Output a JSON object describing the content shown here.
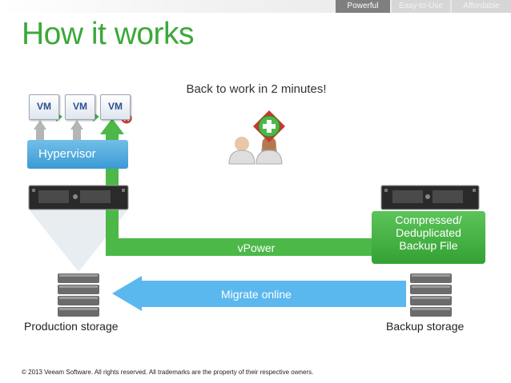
{
  "nav": {
    "tabs": [
      {
        "label": "Powerful",
        "active": true
      },
      {
        "label": "Easy-to-Use",
        "active": false
      },
      {
        "label": "Affordable",
        "active": false
      }
    ]
  },
  "title": "How it works",
  "tagline": "Back to work in 2 minutes!",
  "vms": [
    "VM",
    "VM",
    "VM"
  ],
  "hypervisor": "Hypervisor",
  "production_storage": "Production storage",
  "backup_storage": "Backup storage",
  "vpower": "vPower",
  "migrate": "Migrate online",
  "backup_file": [
    "Compressed/",
    "Deduplicated",
    "Backup File"
  ],
  "footer": "© 2013 Veeam Software. All rights reserved. All trademarks are the property of their respective owners.",
  "colors": {
    "title_green": "#3ca83a",
    "vpower_green": "#4cb848",
    "migrate_blue": "#5bb8ef",
    "hypervisor_blue": "#3a9ad5"
  }
}
